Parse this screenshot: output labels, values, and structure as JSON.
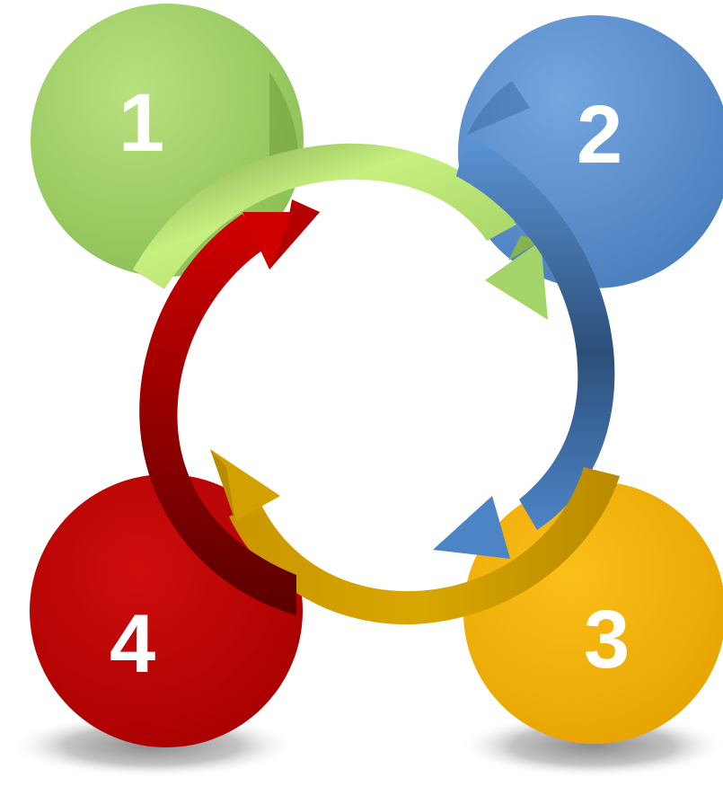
{
  "steps": [
    {
      "number": "1",
      "color": "#9bcf63"
    },
    {
      "number": "2",
      "color": "#5a8fce"
    },
    {
      "number": "3",
      "color": "#f1b100"
    },
    {
      "number": "4",
      "color": "#bd0000"
    }
  ],
  "arrows": [
    {
      "from": "1",
      "to": "2",
      "color": "#a9d86c"
    },
    {
      "from": "2",
      "to": "3",
      "color": "#4a7dbd"
    },
    {
      "from": "3",
      "to": "4",
      "color": "#d6a400"
    },
    {
      "from": "4",
      "to": "1",
      "color": "#c40000"
    }
  ]
}
